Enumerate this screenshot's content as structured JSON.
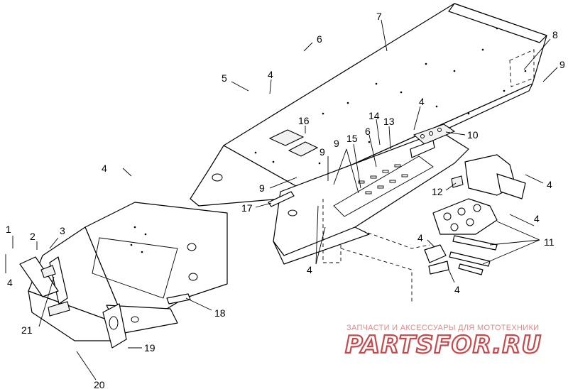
{
  "diagram": {
    "callouts": [
      "1",
      "2",
      "3",
      "4",
      "4",
      "4",
      "4",
      "4",
      "4",
      "4",
      "4",
      "5",
      "6",
      "6",
      "7",
      "8",
      "9",
      "9",
      "9",
      "10",
      "11",
      "12",
      "13",
      "14",
      "15",
      "16",
      "17",
      "18",
      "19",
      "20",
      "21"
    ]
  },
  "watermark": {
    "tagline": "ЗАПЧАСТИ И АКСЕССУАРЫ ДЛЯ МОТОТЕХНИКИ",
    "logo_text": "PARTSFOR.RU",
    "color": "#c9474a"
  }
}
